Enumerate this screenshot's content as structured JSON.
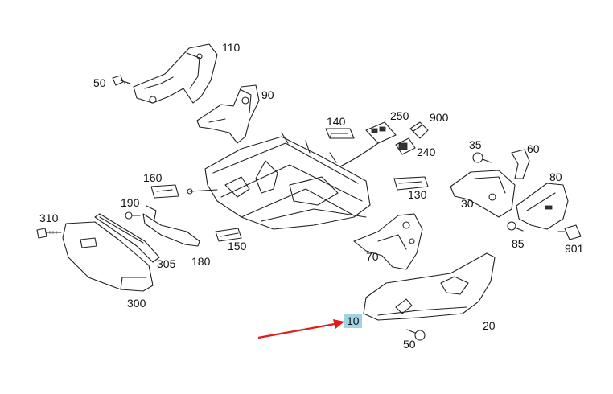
{
  "diagram": {
    "highlight_color": "#9fd3e6",
    "arrow_color": "#e01b1b",
    "labels": {
      "p110": "110",
      "p50a": "50",
      "p90": "90",
      "p140": "140",
      "p250": "250",
      "p900": "900",
      "p240": "240",
      "p35": "35",
      "p60": "60",
      "p80": "80",
      "p160": "160",
      "p130": "130",
      "p30": "30",
      "p190": "190",
      "p310": "310",
      "p85": "85",
      "p901": "901",
      "p150": "150",
      "p305": "305",
      "p180": "180",
      "p70": "70",
      "p300": "300",
      "p10": "10",
      "p20": "20",
      "p50b": "50"
    }
  }
}
